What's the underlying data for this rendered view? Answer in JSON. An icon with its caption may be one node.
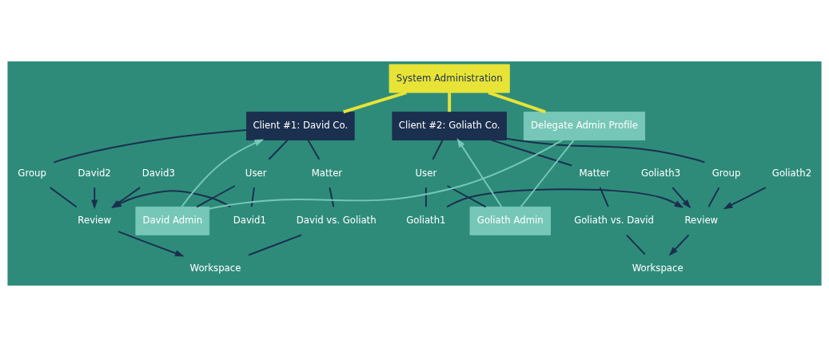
{
  "diagram": {
    "nodes": [
      {
        "text": [
          "System Administration"
        ]
      },
      {
        "text": [
          "Client #1: David Co."
        ]
      },
      {
        "text": [
          "Matter"
        ]
      },
      {
        "text": [
          "Group"
        ]
      },
      {
        "text": [
          "User"
        ]
      },
      {
        "text": [
          "David vs. Goliath"
        ]
      },
      {
        "text": [
          "Review"
        ]
      },
      {
        "text": [
          "David1"
        ]
      },
      {
        "text": [
          "David2"
        ]
      },
      {
        "text": [
          "David3"
        ]
      },
      {
        "text": [
          "Workspace"
        ]
      },
      {
        "text": [
          "David Admin"
        ]
      },
      {
        "text": [
          "Client #2: Goliath Co."
        ]
      },
      {
        "text": [
          "Matter"
        ]
      },
      {
        "text": [
          "Group"
        ]
      },
      {
        "text": [
          "User"
        ]
      },
      {
        "text": [
          "Goliath vs. David"
        ]
      },
      {
        "text": [
          "Review"
        ]
      },
      {
        "text": [
          "Goliath1"
        ]
      },
      {
        "text": [
          "Goliath2"
        ]
      },
      {
        "text": [
          "Goliath3"
        ]
      },
      {
        "text": [
          "Workspace"
        ]
      },
      {
        "text": [
          "Goliath Admin"
        ]
      },
      {
        "text": [
          "Delegate Admin Profile"
        ]
      }
    ],
    "edges": [
      {
        "from": 0,
        "to": 1,
        "arrow": "none",
        "color": "#e8e337",
        "style": "thick"
      },
      {
        "from": 0,
        "to": 12,
        "arrow": "none",
        "color": "#e8e337",
        "style": "thick"
      },
      {
        "from": 0,
        "to": 23,
        "arrow": "none",
        "color": "#e8e337",
        "style": "thick"
      },
      {
        "from": 1,
        "to": 2,
        "arrow": "none"
      },
      {
        "from": 1,
        "to": 3,
        "arrow": "none"
      },
      {
        "from": 1,
        "to": 4,
        "arrow": "none"
      },
      {
        "from": 2,
        "to": 5,
        "arrow": "none"
      },
      {
        "from": 5,
        "to": 10,
        "arrow": "none"
      },
      {
        "from": 3,
        "to": 6,
        "arrow": "none"
      },
      {
        "from": 6,
        "to": 10,
        "arrow": "to"
      },
      {
        "from": 4,
        "to": 7,
        "arrow": "none"
      },
      {
        "from": 7,
        "to": 6,
        "arrow": "to"
      },
      {
        "from": 8,
        "to": 6,
        "arrow": "to"
      },
      {
        "from": 9,
        "to": 6,
        "arrow": "to"
      },
      {
        "from": 4,
        "to": 11,
        "arrow": "none"
      },
      {
        "from": 23,
        "to": 11,
        "arrow": "none",
        "color": "#76c7b7"
      },
      {
        "from": 11,
        "to": 1,
        "arrow": "to",
        "color": "#76c7b7"
      },
      {
        "from": 12,
        "to": 13,
        "arrow": "none"
      },
      {
        "from": 12,
        "to": 14,
        "arrow": "none"
      },
      {
        "from": 12,
        "to": 15,
        "arrow": "none"
      },
      {
        "from": 13,
        "to": 16,
        "arrow": "none"
      },
      {
        "from": 16,
        "to": 21,
        "arrow": "none"
      },
      {
        "from": 14,
        "to": 17,
        "arrow": "none"
      },
      {
        "from": 17,
        "to": 21,
        "arrow": "to"
      },
      {
        "from": 15,
        "to": 18,
        "arrow": "none"
      },
      {
        "from": 18,
        "to": 17,
        "arrow": "to"
      },
      {
        "from": 19,
        "to": 17,
        "arrow": "to"
      },
      {
        "from": 20,
        "to": 17,
        "arrow": "to"
      },
      {
        "from": 15,
        "to": 22,
        "arrow": "none"
      },
      {
        "from": 23,
        "to": 22,
        "arrow": "none",
        "color": "#76c7b7"
      },
      {
        "from": 22,
        "to": 12,
        "arrow": "to",
        "color": "#76c7b7"
      }
    ]
  }
}
